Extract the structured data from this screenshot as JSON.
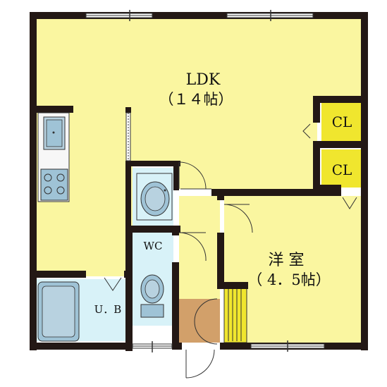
{
  "floor_plan": {
    "rooms": {
      "ldk": {
        "name": "LDK",
        "size": "（１４帖）"
      },
      "western_room": {
        "name": "洋 室",
        "size": "（ 4．5帖）"
      },
      "closet_1": {
        "name": "CL"
      },
      "closet_2": {
        "name": "CL"
      },
      "wc": {
        "name": "WC"
      },
      "unit_bath": {
        "name": "U．B"
      }
    },
    "colors": {
      "wall": "#231815",
      "ldk_floor": "#FAF6A0",
      "room_floor": "#FAF6A0",
      "wet_floor": "#D8F2F8",
      "closet_fill": "#F0E62E",
      "entrance_floor": "#D2A06A",
      "fixture_blue": "#9FC3D6",
      "background": "#FFFFFF"
    }
  }
}
